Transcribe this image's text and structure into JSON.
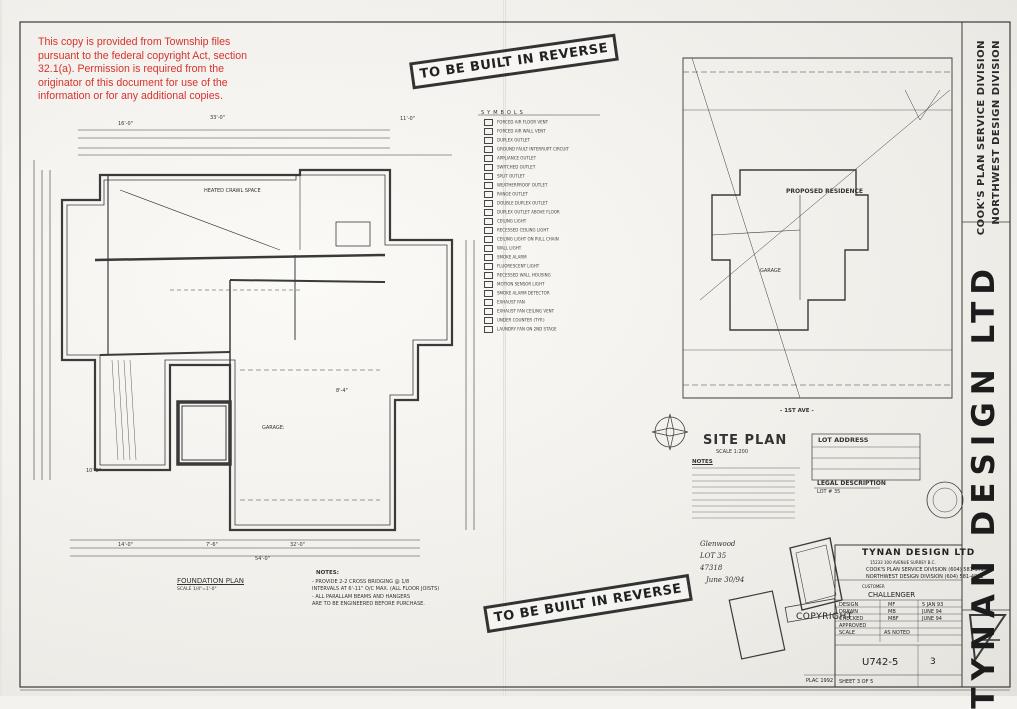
{
  "notice": {
    "text": "This copy is provided from Township files pursuant to the federal copyright Act, section 32.1(a). Permission is required from the originator of this document for use of the information or for any additional copies.",
    "color": "#d7322d"
  },
  "stamps": {
    "top": "TO BE BUILT IN REVERSE",
    "bottom": "TO BE BUILT IN REVERSE"
  },
  "foundation_plan": {
    "title": "FOUNDATION PLAN",
    "scale": "SCALE 1/4\"=1'-0\"",
    "heated_space": "HEATED CRAWL SPACE",
    "garage": "GARAGE:",
    "notes_title": "NOTES:",
    "notes": [
      "- PROVIDE 2-2 CROSS BRIDGING @ 1/8",
      "  INTERVALS AT 6'-11\" O/C MAX. (ALL FLOOR JOISTS)",
      "- ALL PARALLAM BEAMS AND HANGERS",
      "  ARE TO BE ENGINEERED BEFORE PURCHASE."
    ],
    "dims": [
      "16'-0\"",
      "33'-0\"",
      "11'-0\"",
      "14'-0\"",
      "7'-6\"",
      "32'-0\"",
      "54'-0\"",
      "10'-0\"",
      "8'-4\""
    ]
  },
  "symbols": {
    "title": "SYMBOLS",
    "items": [
      "FORCED AIR FLOOR VENT",
      "FORCED AIR WALL VENT",
      "DUPLEX OUTLET",
      "GROUND FAULT INTERRUPT CIRCUIT",
      "APPLIANCE OUTLET",
      "SWITCHED OUTLET",
      "SPLIT OUTLET",
      "WEATHERPROOF OUTLET",
      "RANGE OUTLET",
      "DOUBLE DUPLEX OUTLET",
      "DUPLEX OUTLET ABOVE FLOOR",
      "CEILING LIGHT",
      "RECESSED CEILING LIGHT",
      "CEILING LIGHT ON PULL CHAIN",
      "WALL LIGHT",
      "SMOKE ALARM",
      "FLUORESCENT LIGHT",
      "RECESSED WALL HOUSING",
      "MOTION SENSOR LIGHT",
      "SMOKE ALARM DETECTOR",
      "EXHAUST FAN",
      "EXHAUST FAN CEILING VENT",
      "UNDER COUNTER (TYP.)",
      "LAUNDRY FAN ON 2ND STAGE"
    ]
  },
  "site_plan": {
    "title": "SITE PLAN",
    "scale": "SCALE 1:200",
    "notes_title": "NOTES",
    "proposed": "PROPOSED RESIDENCE",
    "garage": "GARAGE",
    "street": "- 1ST AVE -",
    "lot_address": "LOT ADDRESS",
    "legal_description": "LEGAL DESCRIPTION",
    "lot_number": "LOT # 35"
  },
  "brand": {
    "name": "TYNAN DESIGN LTD",
    "division1": "COOK'S PLAN SERVICE DIVISION",
    "division2": "NORTHWEST DESIGN DIVISION"
  },
  "title_block": {
    "company": "TYNAN DESIGN LTD",
    "address": "15233 100 AVENUE  SURREY B.C.",
    "div1": "COOK'S PLAN SERVICE DIVISION (604) 581-9722",
    "div2": "NORTHWEST DESIGN DIVISION (604) 581-4022",
    "customer_label": "CUSTOMER",
    "plan_name": "CHALLENGER",
    "rows": [
      {
        "label": "DESIGN",
        "by": "MF",
        "date": "5 JAN 93"
      },
      {
        "label": "DRAWN",
        "by": "MB",
        "date": "JUNE 94"
      },
      {
        "label": "CHECKED",
        "by": "MBF",
        "date": "JUNE 94"
      },
      {
        "label": "APPROVED",
        "by": "",
        "date": ""
      },
      {
        "label": "SCALE",
        "by": "AS NOTED",
        "date": ""
      }
    ],
    "drawing_number": "U742-5",
    "revision": "3",
    "sheet": "SHEET  3  OF  5",
    "copyright": "COPYRIGHT",
    "plac_label": "PLAC 1992"
  },
  "handwritten": {
    "name": "Glenwood",
    "lot": "LOT 35",
    "plan": "47318",
    "date": "June 30/94"
  }
}
